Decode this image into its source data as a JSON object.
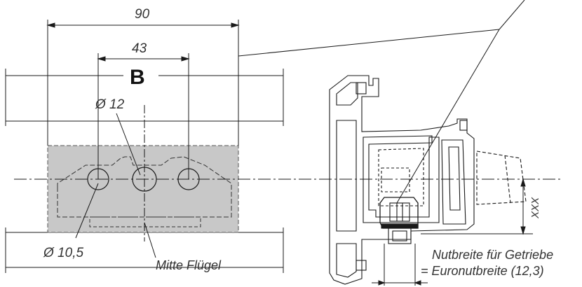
{
  "labels": {
    "dim_90": "90",
    "dim_43": "43",
    "view_letter": "B",
    "hole_large": "Ø 12",
    "hole_small": "Ø 10,5",
    "center_sash": "Mitte Flügel",
    "dim_xxx": "XXX",
    "groove_line1": "Nutbreite für Getriebe",
    "groove_line2": "= Euronutbreite (12,3)"
  },
  "colors": {
    "line": "#1a1a1a",
    "plate_fill": "#c8c8c8",
    "text": "#333333"
  }
}
